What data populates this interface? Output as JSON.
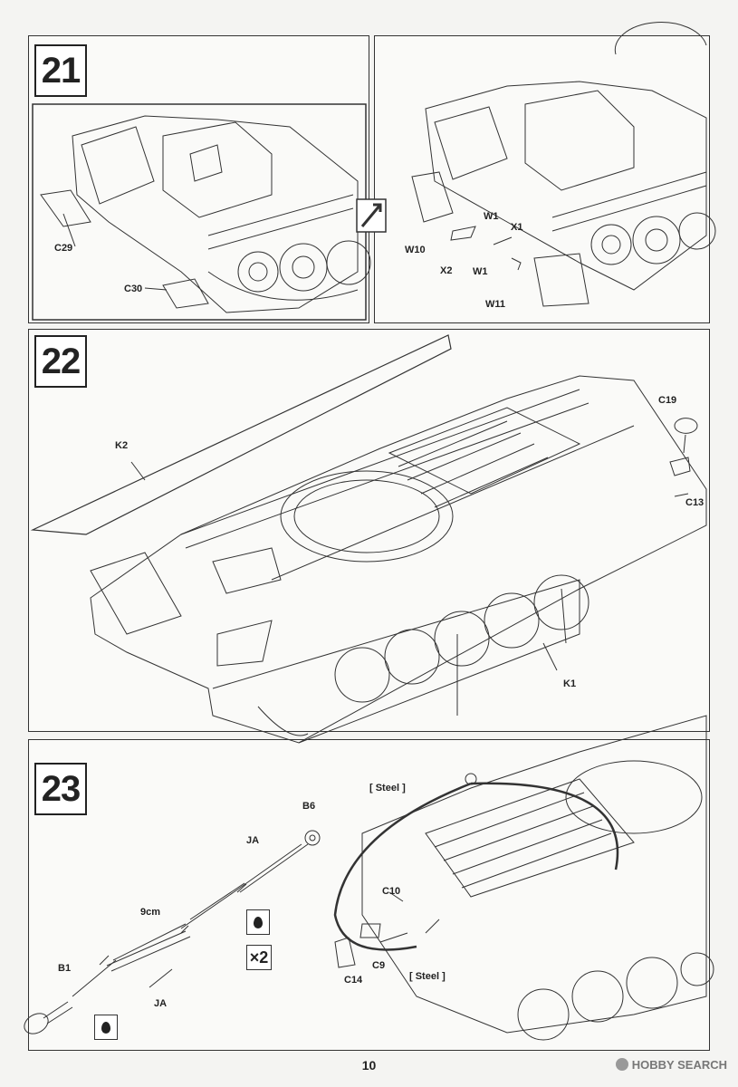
{
  "steps": [
    {
      "number": "21"
    },
    {
      "number": "22"
    },
    {
      "number": "23"
    }
  ],
  "step21": {
    "labels_left": [
      "C29",
      "C30"
    ],
    "labels_right": [
      "W1",
      "W10",
      "X2",
      "X1",
      "W1",
      "W11"
    ]
  },
  "step22": {
    "labels": [
      "K2",
      "C19",
      "C13",
      "K1"
    ]
  },
  "step23": {
    "labels_left": [
      "B6",
      "JA",
      "9cm",
      "B1",
      "JA"
    ],
    "times": "×2",
    "labels_right": [
      "[ Steel ]",
      "C10",
      "C9",
      "C14",
      "[ Steel ]"
    ]
  },
  "footer": {
    "page_number": "10",
    "watermark": "HOBBY SEARCH"
  }
}
